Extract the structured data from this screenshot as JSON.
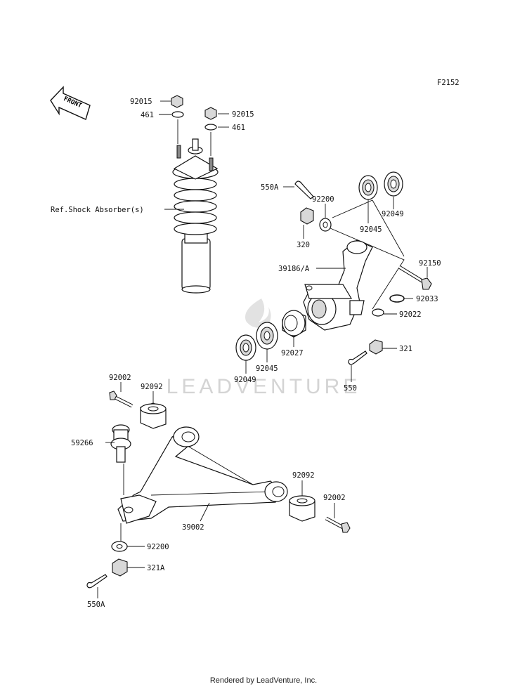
{
  "figure_code": "F2152",
  "front_arrow_text": "FRONT",
  "watermark": "LEADVENTURE",
  "footer": "Rendered by LeadVenture, Inc.",
  "labels": {
    "nut_92015_a": "92015",
    "washer_461_a": "461",
    "nut_92015_b": "92015",
    "washer_461_b": "461",
    "ref_shock": "Ref.Shock Absorber(s)",
    "pin_550a_top": "550A",
    "washer_92200_top": "92200",
    "bearing_92049_top": "92049",
    "bearing_92045_top": "92045",
    "nut_320": "320",
    "knuckle_39186a": "39186/A",
    "bolt_92150": "92150",
    "circlip_92033": "92033",
    "washer_92022": "92022",
    "nut_321": "321",
    "pin_550": "550",
    "spacer_92027": "92027",
    "bearing_92045_bottom": "92045",
    "bearing_92049_bottom": "92049",
    "bolt_92002_left": "92002",
    "bushing_92092_left": "92092",
    "balljoint_59266": "59266",
    "arm_39002": "39002",
    "bushing_92092_right": "92092",
    "bolt_92002_right": "92002",
    "washer_92200_bottom": "92200",
    "nut_321a": "321A",
    "pin_550a_bottom": "550A"
  }
}
